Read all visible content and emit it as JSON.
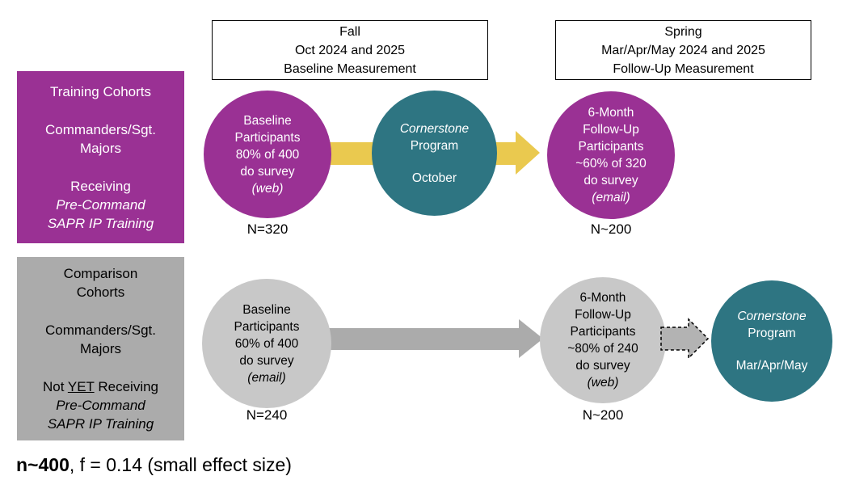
{
  "colors": {
    "purple": "#9A3194",
    "teal": "#2E7582",
    "yellow_arrow": "#EAC94F",
    "gray_box": "#ABABAB",
    "gray_circle": "#C8C8C8",
    "gray_arrow": "#ABABAB"
  },
  "timeline_headers": {
    "fall": [
      "Fall",
      "Oct 2024 and 2025",
      "Baseline Measurement"
    ],
    "spring": [
      "Spring",
      "Mar/Apr/May 2024 and 2025",
      "Follow-Up Measurement"
    ]
  },
  "training_box": {
    "title": "Training Cohorts",
    "who": [
      "Commanders/Sgt.",
      "Majors"
    ],
    "receiving": "Receiving",
    "program": [
      "Pre-Command",
      "SAPR IP Training"
    ]
  },
  "comparison_box": {
    "title": [
      "Comparison",
      "Cohorts"
    ],
    "who": [
      "Commanders/Sgt.",
      "Majors"
    ],
    "not_word": "Not",
    "yet_word": "YET",
    "receiving_word": "Receiving",
    "program": [
      "Pre-Command",
      "SAPR IP Training"
    ]
  },
  "circles": {
    "training_baseline": {
      "lines": [
        "Baseline",
        "Participants",
        "80% of 400",
        "do survey"
      ],
      "mode": "(web)",
      "n": "N=320"
    },
    "cornerstone_fall": {
      "title_italic": "Cornerstone",
      "title_rest": "Program",
      "timing": "October"
    },
    "training_followup": {
      "lines": [
        "6-Month",
        "Follow-Up",
        "Participants",
        "~60% of 320",
        "do survey"
      ],
      "mode": "(email)",
      "n": "N~200"
    },
    "comparison_baseline": {
      "lines": [
        "Baseline",
        "Participants",
        "60% of 400",
        "do survey"
      ],
      "mode": "(email)",
      "n": "N=240"
    },
    "comparison_followup": {
      "lines": [
        "6-Month",
        "Follow-Up",
        "Participants",
        "~80% of 240",
        "do survey"
      ],
      "mode": "(web)",
      "n": "N~200"
    },
    "cornerstone_spring": {
      "title_italic": "Cornerstone",
      "title_rest": "Program",
      "timing": "Mar/Apr/May"
    }
  },
  "note": {
    "bold": "n~400",
    "rest": ", f = 0.14 (small effect size)"
  }
}
